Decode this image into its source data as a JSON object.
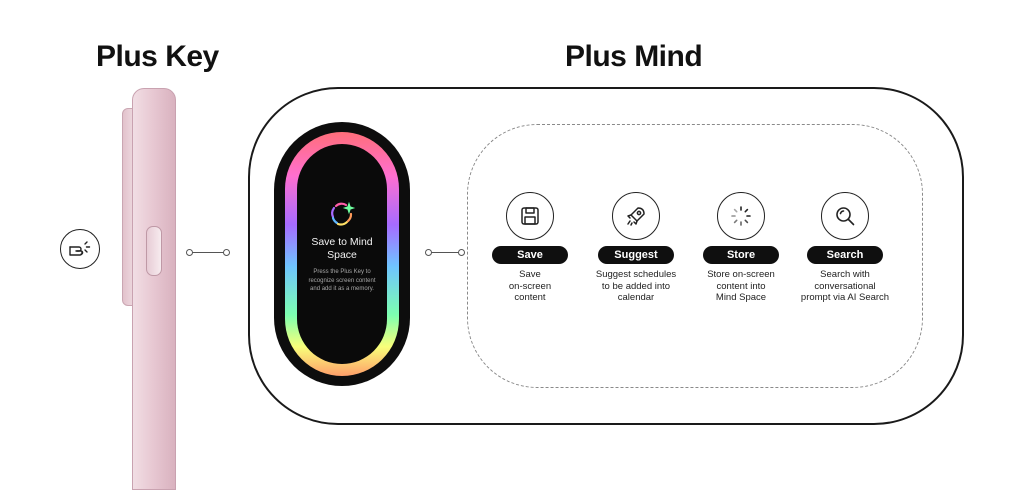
{
  "headings": {
    "plus_key": "Plus Key",
    "plus_mind": "Plus Mind"
  },
  "pill": {
    "title": "Save to Mind Space",
    "description": "Press the Plus Key to recognize screen content and add it as a memory.",
    "icon": "sparkle-brain-icon"
  },
  "features": [
    {
      "label": "Save",
      "icon": "save-icon",
      "description": "Save\non-screen\ncontent"
    },
    {
      "label": "Suggest",
      "icon": "rocket-icon",
      "description": "Suggest schedules\nto be added into\ncalendar"
    },
    {
      "label": "Store",
      "icon": "loading-icon",
      "description": "Store on-screen\ncontent into\nMind Space"
    },
    {
      "label": "Search",
      "icon": "search-icon",
      "description": "Search with\nconversational\nprompt via AI Search"
    }
  ],
  "colors": {
    "phone_pink": "#e8c9d3",
    "badge_black": "#0f0f0f"
  }
}
